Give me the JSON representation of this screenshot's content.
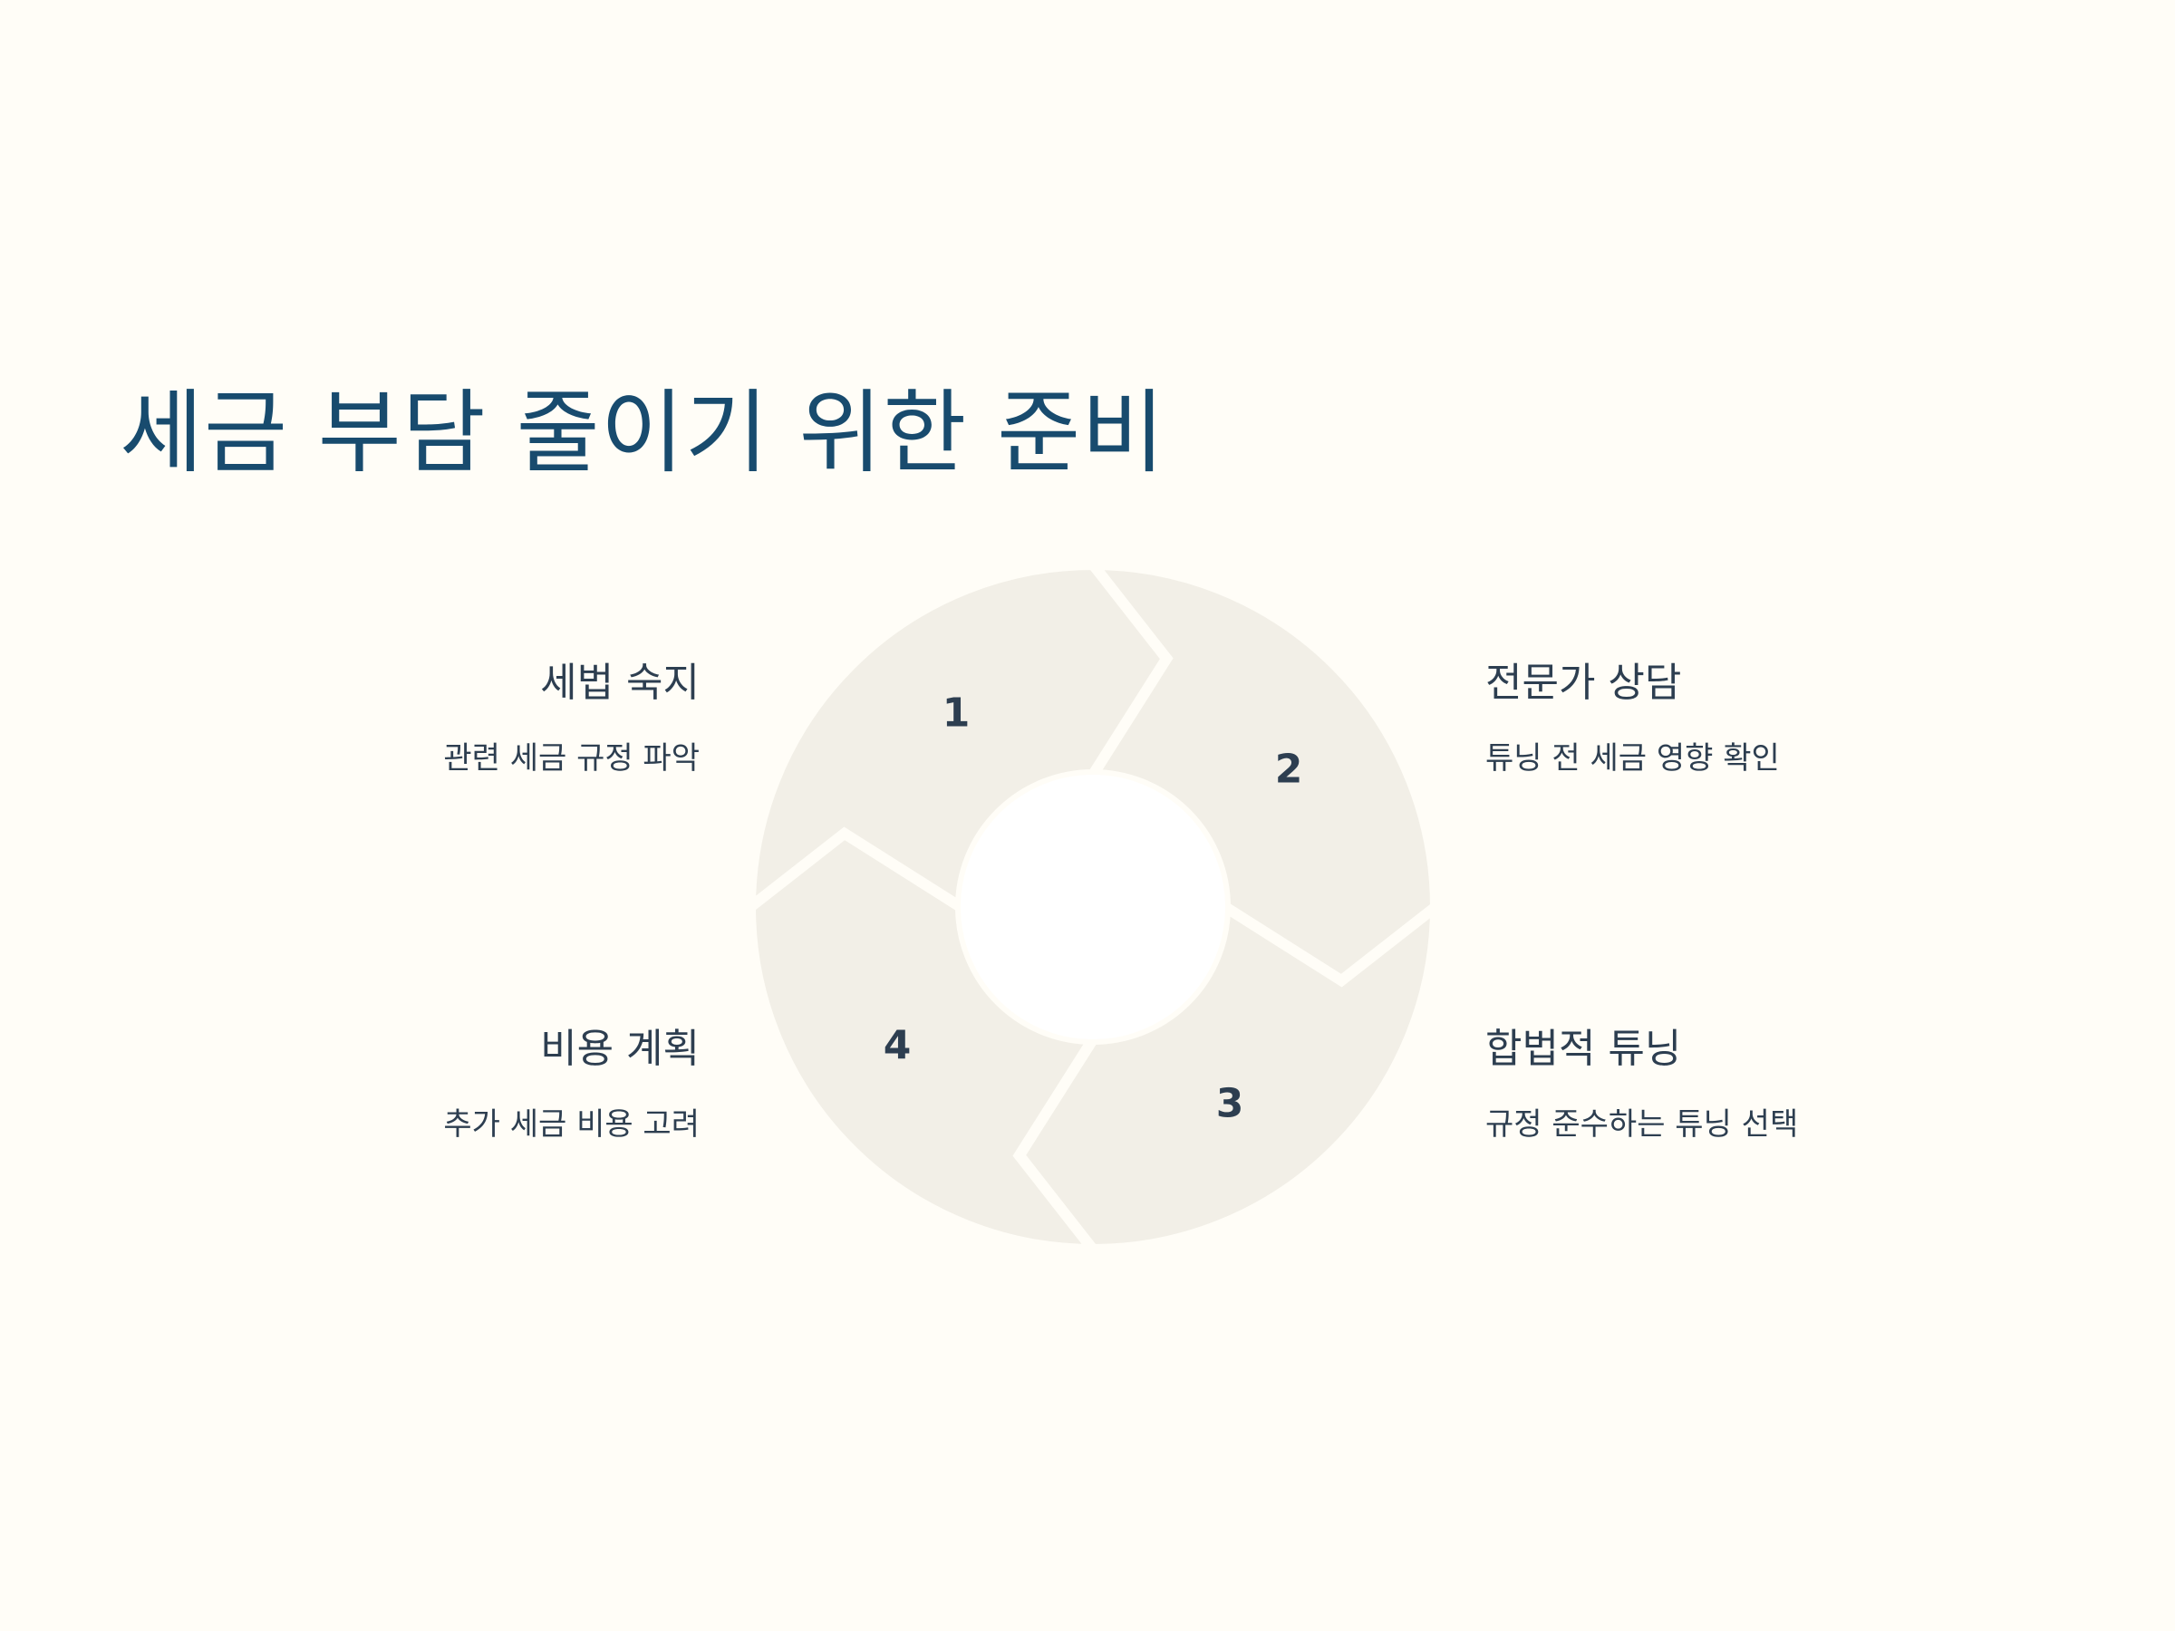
{
  "title": "세금 부담 줄이기 위한 준비",
  "colors": {
    "background": "#fffdf7",
    "title": "#184b6e",
    "text": "#2d3e50",
    "segment": "#f2efe7",
    "hole": "#ffffff"
  },
  "steps": [
    {
      "number": "1",
      "title": "세법 숙지",
      "desc": "관련 세금 규정 파악"
    },
    {
      "number": "2",
      "title": "전문가 상담",
      "desc": "튜닝 전 세금 영향 확인"
    },
    {
      "number": "3",
      "title": "합법적 튜닝",
      "desc": "규정 준수하는 튜닝 선택"
    },
    {
      "number": "4",
      "title": "비용 계획",
      "desc": "추가 세금 비용 고려"
    }
  ]
}
